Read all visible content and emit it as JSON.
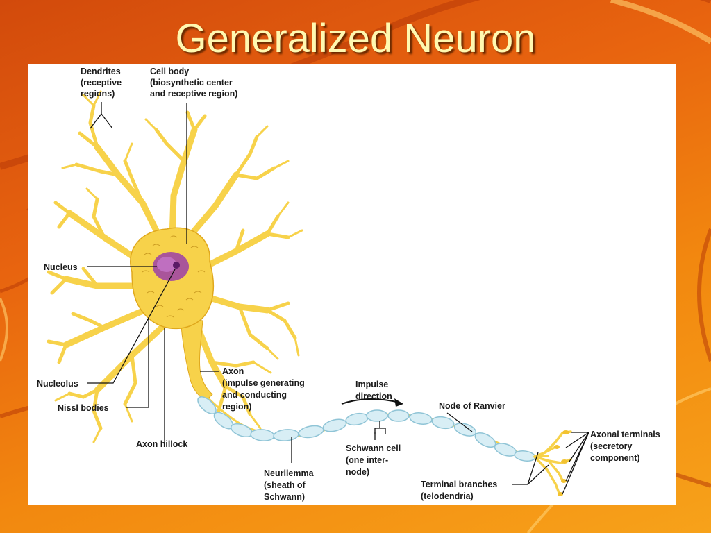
{
  "slide": {
    "title": "Generalized Neuron"
  },
  "diagram": {
    "labels": {
      "dendrites": [
        "Dendrites",
        "(receptive",
        "regions)"
      ],
      "cell_body": [
        "Cell body",
        "(biosynthetic center",
        "and receptive region)"
      ],
      "nucleus": [
        "Nucleus"
      ],
      "nucleolus": [
        "Nucleolus"
      ],
      "nissl_bodies": [
        "Nissl bodies"
      ],
      "axon_hillock": [
        "Axon hillock"
      ],
      "axon": [
        "Axon",
        "(impulse generating",
        "and conducting",
        "region)"
      ],
      "impulse_direction": [
        "Impulse",
        "direction"
      ],
      "node_of_ranvier": [
        "Node of Ranvier"
      ],
      "axonal_terminals": [
        "Axonal terminals",
        "(secretory",
        "component)"
      ],
      "schwann_cell": [
        "Schwann cell",
        "(one inter-",
        "node)"
      ],
      "neurilemma": [
        "Neurilemma",
        "(sheath of",
        "Schwann)"
      ],
      "terminal_branches": [
        "Terminal branches",
        "(telodendria)"
      ]
    },
    "colors": {
      "neuron_fill": "#f7d24a",
      "neuron_edge": "#e0a81c",
      "nucleus": "#9b3fa8",
      "myelin": "#d8eef5",
      "myelin_edge": "#8fc4d6",
      "leader": "#111111"
    }
  }
}
